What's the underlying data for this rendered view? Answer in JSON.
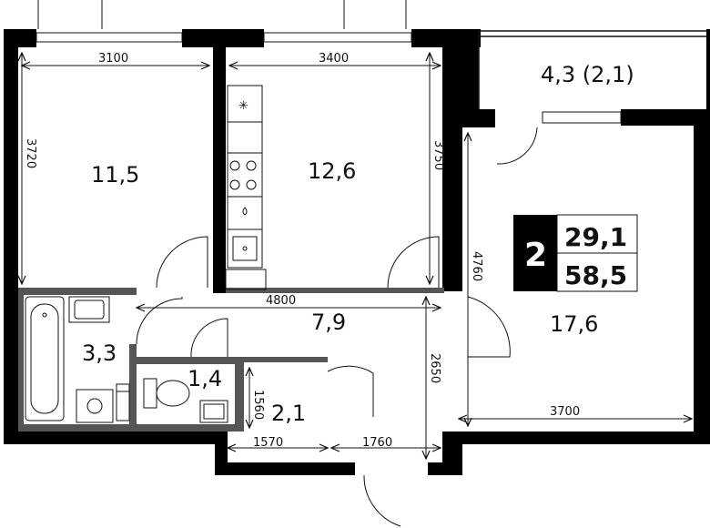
{
  "rooms": {
    "bedroom_left": "11,5",
    "kitchen": "12,6",
    "balcony": "4,3 (2,1)",
    "living": "17,6",
    "hall": "7,9",
    "bathroom": "3,3",
    "toilet": "1,4",
    "wardrobe": "2,1"
  },
  "dimensions": {
    "bedroom_left_width": "3100",
    "bedroom_left_height": "3720",
    "kitchen_width": "3400",
    "kitchen_height": "3750",
    "hall_width": "4800",
    "living_height": "4760",
    "living_width": "3700",
    "corridor_height": "2650",
    "wardrobe_height": "1560",
    "bottom_left_width": "1570",
    "bottom_right_width": "1760"
  },
  "badge": {
    "rooms": "2",
    "living_area": "29,1",
    "total_area": "58,5"
  },
  "colors": {
    "wall": "#000000",
    "inner_wall": "#555555",
    "badge_bg": "#000000"
  }
}
